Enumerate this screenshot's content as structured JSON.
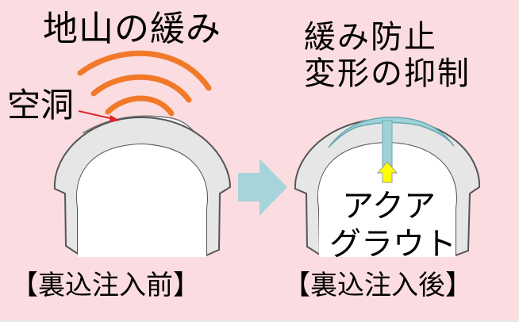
{
  "labels": {
    "ground_loosening": "地山の緩み",
    "void": "空洞",
    "effect_line1": "緩み防止",
    "effect_line2": "変形の抑制",
    "grout_line1": "アクア",
    "grout_line2": "グラウト",
    "caption_before": "【裏込注入前】",
    "caption_after": "【裏込注入後】"
  },
  "colors": {
    "background": "#fbdde1",
    "loosening_arcs": "#f07a2a",
    "void_arrow": "#e0202a",
    "lining_fill": "#e6e6e6",
    "lining_stroke": "#555555",
    "grout_fill": "#9fd1d8",
    "process_arrow": "#a7d4da",
    "injection_arrow": "#ffff00"
  },
  "icons": {
    "process_arrow": "right-arrow-icon",
    "injection_arrow": "up-arrow-icon"
  }
}
